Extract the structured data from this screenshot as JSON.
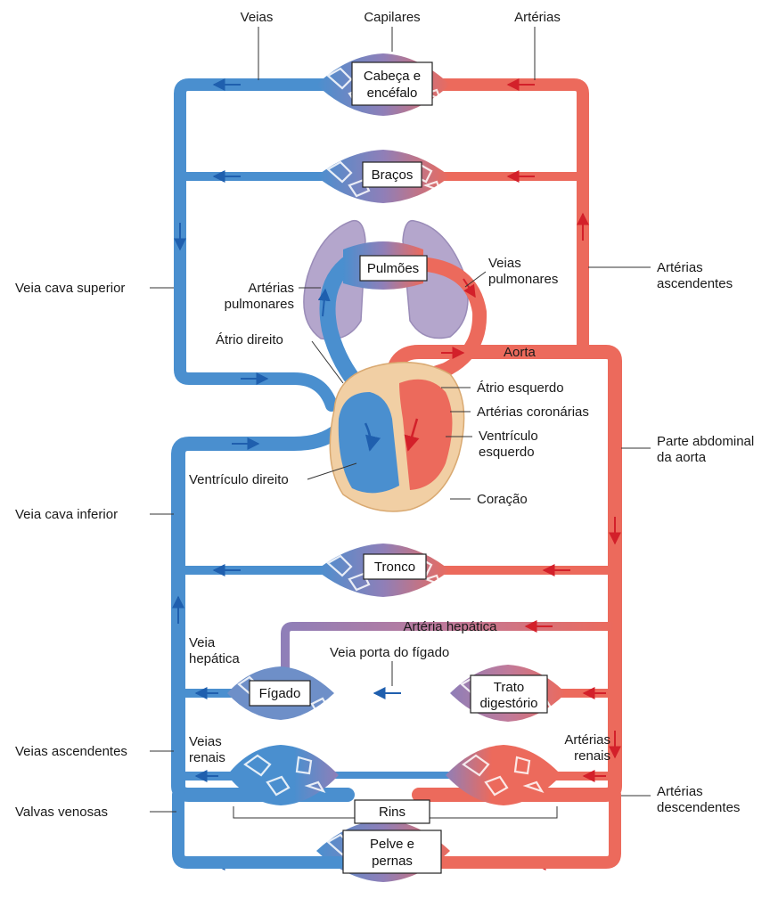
{
  "colors": {
    "vein": "#4a8fcf",
    "artery": "#ec6a5c",
    "vein_arrow": "#1f5fae",
    "artery_arrow": "#d3202a",
    "lungs": "#b4a6cc",
    "heart_wall": "#f1cfa4",
    "capillary_mid": "#8f7fb8"
  },
  "labels": {
    "veias": "Veias",
    "capilares": "Capilares",
    "arterias": "Artérias",
    "veia_cava_superior": "Veia cava superior",
    "arterias_pulmonares_1": "Artérias",
    "arterias_pulmonares_2": "pulmonares",
    "veias_pulmonares_1": "Veias",
    "veias_pulmonares_2": "pulmonares",
    "arterias_ascendentes_1": "Artérias",
    "arterias_ascendentes_2": "ascendentes",
    "atrio_direito": "Átrio direito",
    "aorta": "Aorta",
    "atrio_esquerdo": "Átrio esquerdo",
    "arterias_coronarias": "Artérias coronárias",
    "ventriculo_esquerdo_1": "Ventrículo",
    "ventriculo_esquerdo_2": "esquerdo",
    "parte_abdominal_1": "Parte abdominal",
    "parte_abdominal_2": "da aorta",
    "ventriculo_direito": "Ventrículo direito",
    "coracao": "Coração",
    "veia_cava_inferior": "Veia cava inferior",
    "arteria_hepatica": "Artéria hepática",
    "veia_hepatica_1": "Veia",
    "veia_hepatica_2": "hepática",
    "veia_porta": "Veia porta do fígado",
    "veias_ascendentes": "Veias ascendentes",
    "veias_renais_1": "Veias",
    "veias_renais_2": "renais",
    "arterias_renais_1": "Artérias",
    "arterias_renais_2": "renais",
    "valvas_venosas": "Valvas venosas",
    "arterias_descendentes_1": "Artérias",
    "arterias_descendentes_2": "descendentes"
  },
  "organs": {
    "cabeca_1": "Cabeça e",
    "cabeca_2": "encéfalo",
    "bracos": "Braços",
    "pulmoes": "Pulmões",
    "tronco": "Tronco",
    "figado": "Fígado",
    "trato_1": "Trato",
    "trato_2": "digestório",
    "rins": "Rins",
    "pelve_1": "Pelve e",
    "pelve_2": "pernas"
  }
}
